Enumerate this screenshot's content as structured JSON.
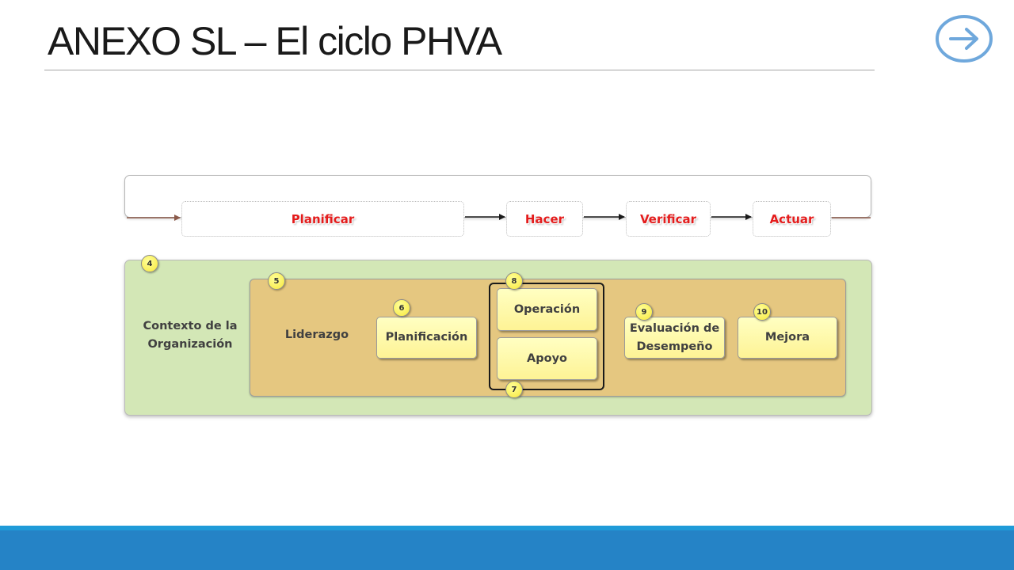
{
  "slide": {
    "title": "ANEXO SL – El ciclo PHVA",
    "next_icon": "arrow-right-circle-icon",
    "accent_color": "#6fa8dc",
    "footer_color": "#2583c6"
  },
  "phva": {
    "label_color": "#e41c1c",
    "phases": [
      {
        "label": "Planificar"
      },
      {
        "label": "Hacer"
      },
      {
        "label": "Verificar"
      },
      {
        "label": "Actuar"
      }
    ]
  },
  "clauses": {
    "contexto": {
      "number": "4",
      "label_line1": "Contexto de la",
      "label_line2": "Organización"
    },
    "liderazgo": {
      "number": "5",
      "label": "Liderazgo"
    },
    "planificacion": {
      "number": "6",
      "label": "Planificación"
    },
    "apoyo": {
      "number": "7",
      "label": "Apoyo"
    },
    "operacion": {
      "number": "8",
      "label": "Operación"
    },
    "evaluacion": {
      "number": "9",
      "label_line1": "Evaluación de",
      "label_line2": "Desempeño"
    },
    "mejora": {
      "number": "10",
      "label": "Mejora"
    }
  },
  "colors": {
    "context_panel": "#d3e7b6",
    "leadership_panel": "#e5c780",
    "clause_box": "#fef395",
    "badge": "#f7e83a"
  }
}
